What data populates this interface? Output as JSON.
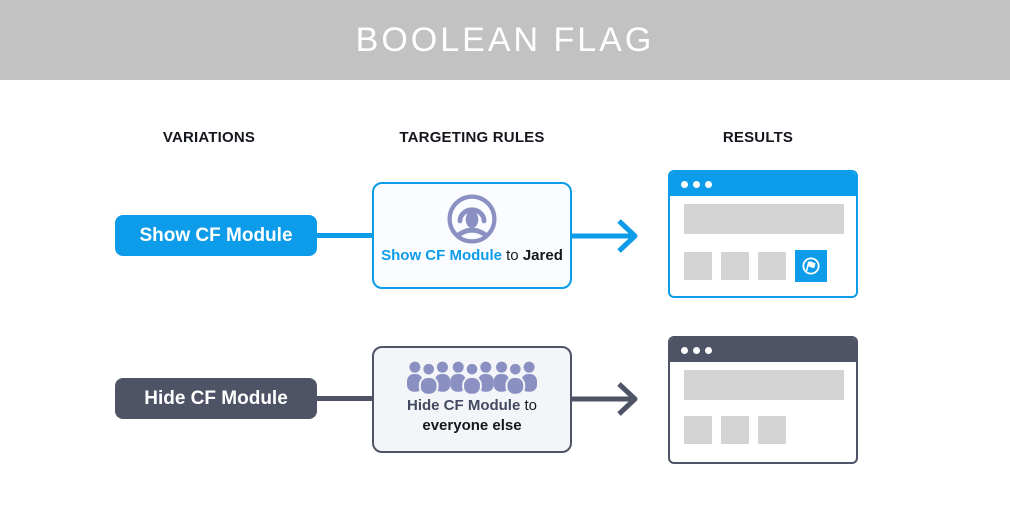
{
  "banner": {
    "title": "BOOLEAN FLAG"
  },
  "columns": [
    {
      "label": "VARIATIONS"
    },
    {
      "label": "TARGETING RULES"
    },
    {
      "label": "RESULTS"
    }
  ],
  "flows": [
    {
      "variation": {
        "label": "Show CF Module"
      },
      "rule": {
        "icon": "single-user-icon",
        "flag": "Show CF Module",
        "connector": " to ",
        "audience": "Jared"
      },
      "result": {
        "window": "browser-with-cf-module"
      }
    },
    {
      "variation": {
        "label": "Hide CF Module"
      },
      "rule": {
        "icon": "crowd-icon",
        "flag": "Hide CF Module",
        "connector": " to",
        "audience": "everyone else"
      },
      "result": {
        "window": "browser-without-cf-module"
      }
    }
  ],
  "colors": {
    "accent_blue": "#0d9ce9",
    "dark_slate": "#4f5366",
    "icon_purple": "#8b90c3",
    "banner_gray": "#c2c2c2",
    "placeholder_gray": "#d4d4d4"
  }
}
